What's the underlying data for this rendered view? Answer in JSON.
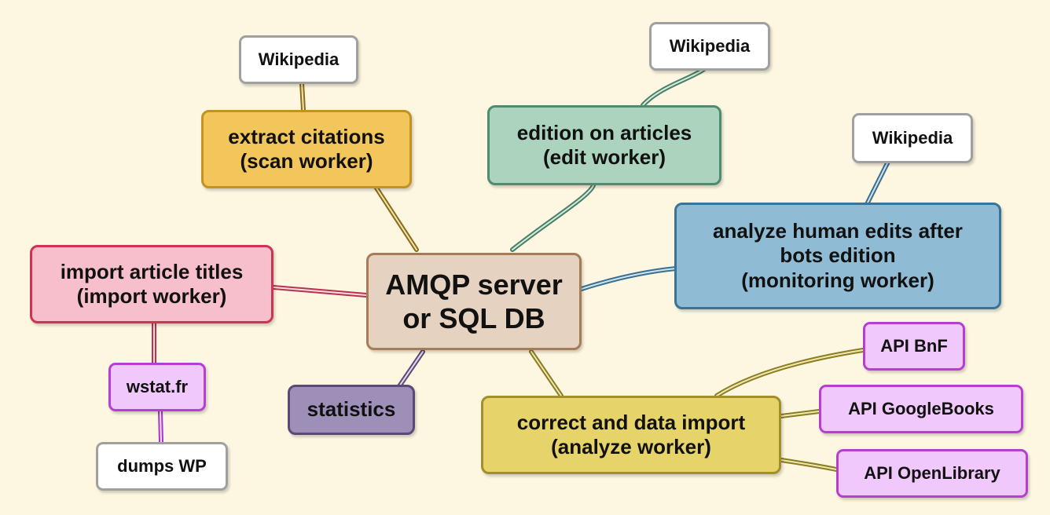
{
  "diagram": {
    "center": {
      "label": "AMQP server\nor SQL DB",
      "fill": "#e5d2c0",
      "border": "#a67c58"
    },
    "nodes": {
      "scan": {
        "label": "extract citations\n(scan worker)",
        "fill": "#f2c65a",
        "border": "#c49222"
      },
      "edit": {
        "label": "edition on articles\n(edit worker)",
        "fill": "#abd3be",
        "border": "#4f8c6e"
      },
      "monitor": {
        "label": "analyze human edits after\nbots edition\n(monitoring worker)",
        "fill": "#8fbcd4",
        "border": "#3a7398"
      },
      "import": {
        "label": "import article titles\n(import worker)",
        "fill": "#f7bfcb",
        "border": "#cc3452"
      },
      "stats": {
        "label": "statistics",
        "fill": "#9e8fb8",
        "border": "#5b4a77"
      },
      "analyze": {
        "label": "correct and data import\n(analyze worker)",
        "fill": "#e6d46a",
        "border": "#a08f2c"
      }
    },
    "leaves": {
      "wiki_scan": {
        "label": "Wikipedia",
        "fill": "#ffffff",
        "border": "#a0a0a0"
      },
      "wiki_edit": {
        "label": "Wikipedia",
        "fill": "#ffffff",
        "border": "#a0a0a0"
      },
      "wiki_monitor": {
        "label": "Wikipedia",
        "fill": "#ffffff",
        "border": "#a0a0a0"
      },
      "wstat": {
        "label": "wstat.fr",
        "fill": "#f1c8fb",
        "border": "#b43fd1"
      },
      "dumps": {
        "label": "dumps WP",
        "fill": "#ffffff",
        "border": "#a0a0a0"
      },
      "bnf": {
        "label": "API BnF",
        "fill": "#f1c8fb",
        "border": "#b43fd1"
      },
      "google": {
        "label": "API GoogleBooks",
        "fill": "#f1c8fb",
        "border": "#b43fd1"
      },
      "openlib": {
        "label": "API OpenLibrary",
        "fill": "#f1c8fb",
        "border": "#b43fd1"
      }
    }
  }
}
